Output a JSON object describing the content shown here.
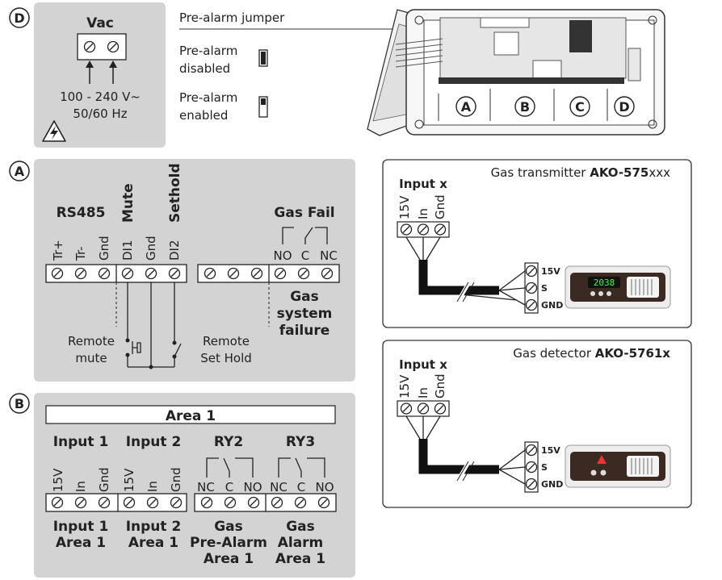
{
  "section_d": {
    "letter": "D",
    "vac_title": "Vac",
    "voltage": "100 - 240 V~",
    "frequency": "50/60 Hz",
    "prealarm_jumper": "Pre-alarm jumper",
    "prealarm_disabled_1": "Pre-alarm",
    "prealarm_disabled_2": "disabled",
    "prealarm_enabled_1": "Pre-alarm",
    "prealarm_enabled_2": "enabled",
    "device_labels": [
      "A",
      "B",
      "C",
      "D"
    ]
  },
  "section_a": {
    "letter": "A",
    "rs485": "RS485",
    "mute": "Mute",
    "sethold": "Sethold",
    "gas_fail": "Gas Fail",
    "terminals_left": [
      "Tr+",
      "Tr-",
      "Gnd",
      "DI1",
      "Gnd",
      "DI2"
    ],
    "terminals_right": [
      "NO",
      "C",
      "NC"
    ],
    "gas_system_failure": [
      "Gas",
      "system",
      "failure"
    ],
    "remote_mute": [
      "Remote",
      "mute"
    ],
    "remote_set_hold": [
      "Remote",
      "Set Hold"
    ]
  },
  "section_b": {
    "letter": "B",
    "area": "Area 1",
    "groups": [
      {
        "title": "Input 1",
        "terminals": [
          "15V",
          "In",
          "Gnd"
        ],
        "footer": [
          "Input 1",
          "Area 1"
        ]
      },
      {
        "title": "Input 2",
        "terminals": [
          "15V",
          "In",
          "Gnd"
        ],
        "footer": [
          "Input 2",
          "Area 1"
        ]
      },
      {
        "title": "RY2",
        "terminals": [
          "NC",
          "C",
          "NO"
        ],
        "footer": [
          "Gas",
          "Pre-Alarm",
          "Area 1"
        ]
      },
      {
        "title": "RY3",
        "terminals": [
          "NC",
          "C",
          "NO"
        ],
        "footer": [
          "Gas",
          "Alarm",
          "Area 1"
        ]
      }
    ]
  },
  "transmitter": {
    "title_prefix": "Gas transmitter ",
    "model": "AKO-575",
    "suffix": "xxx",
    "input": "Input x",
    "terminals": [
      "15V",
      "In",
      "Gnd"
    ],
    "device_terminals": [
      "15V",
      "S",
      "GND"
    ],
    "display": "2038"
  },
  "detector": {
    "title_prefix": "Gas detector ",
    "model": "AKO-5761x",
    "input": "Input x",
    "terminals": [
      "15V",
      "In",
      "Gnd"
    ],
    "device_terminals": [
      "15V",
      "S",
      "GND"
    ]
  }
}
